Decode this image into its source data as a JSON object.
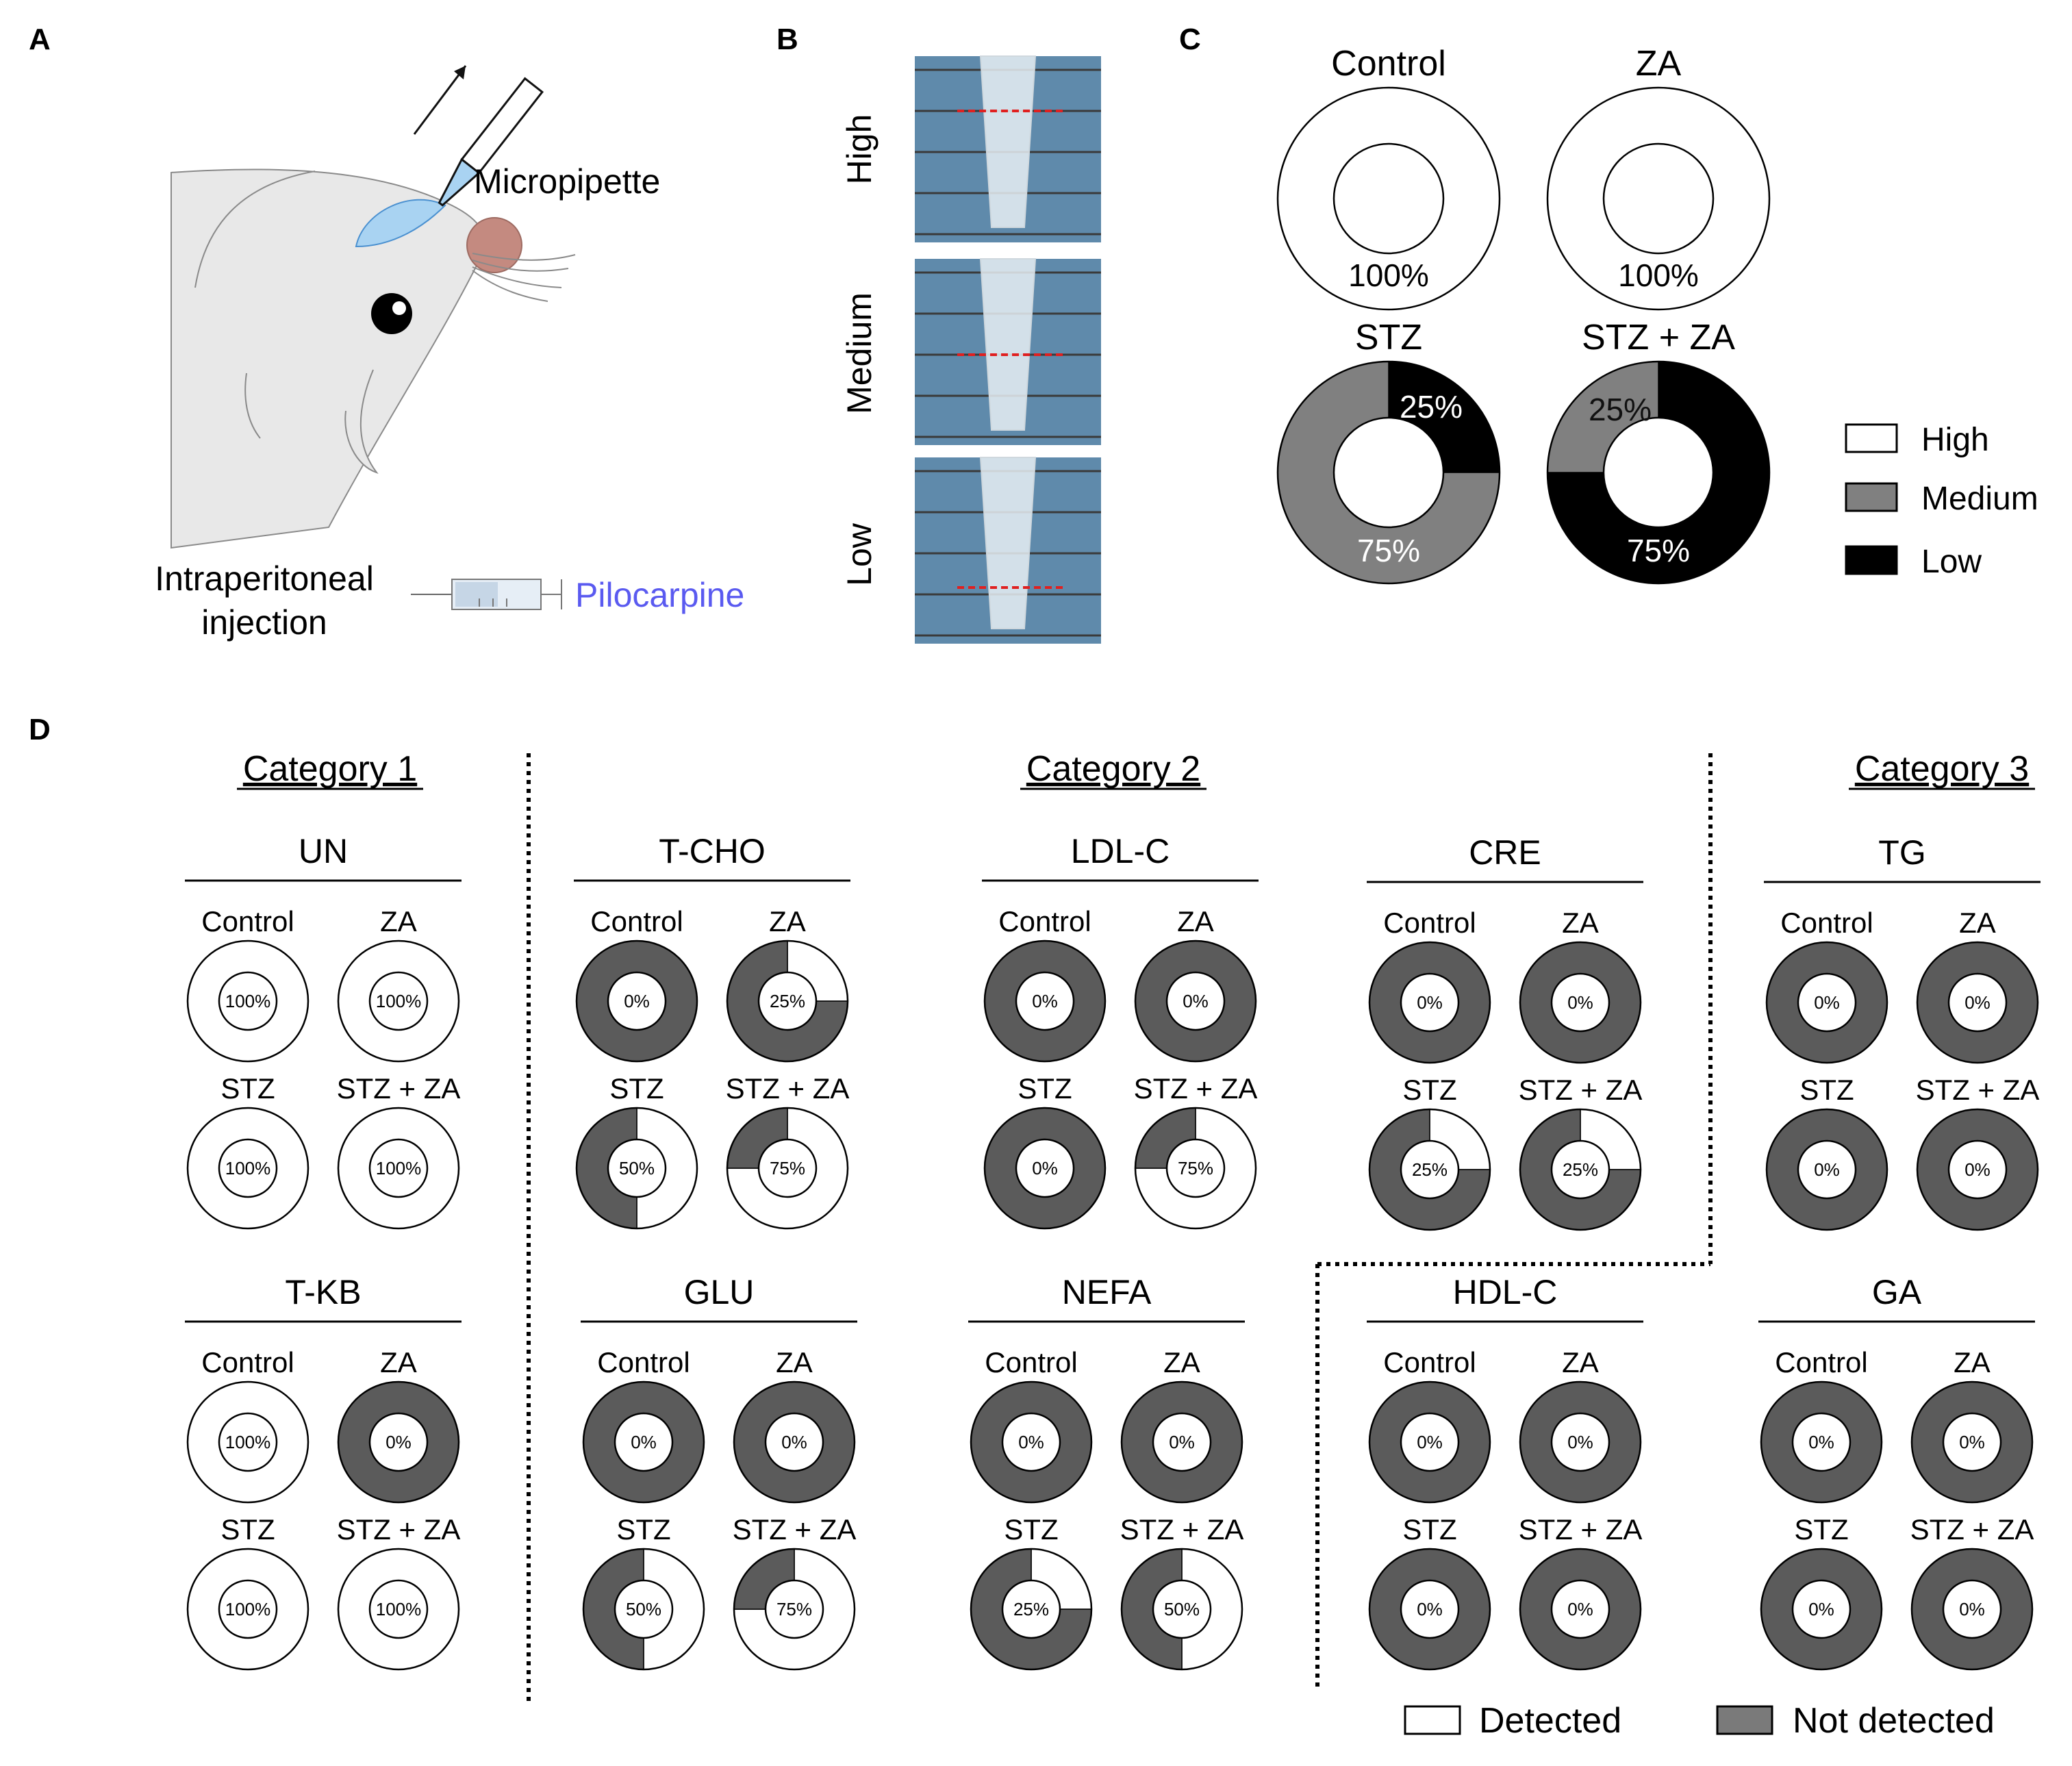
{
  "panel_letters": {
    "a": "A",
    "b": "B",
    "c": "C",
    "d": "D"
  },
  "panel_a": {
    "micropipette_label": "Micropipette",
    "ip_line1": "Intraperitoneal",
    "ip_line2": "injection",
    "drug_label": "Pilocarpine",
    "drug_color": "#5a5af0",
    "saliva_color": "#a9d3f2",
    "nose_color": "#c48a80"
  },
  "panel_b": {
    "levels": [
      "High",
      "Medium",
      "Low"
    ]
  },
  "colors": {
    "high": "#ffffff",
    "medium": "#808080",
    "low": "#000000",
    "detected": "#ffffff",
    "not_detected": "#5b5b5b"
  },
  "legend_c": {
    "high": "High",
    "medium": "Medium",
    "low": "Low"
  },
  "legend_d": {
    "detected": "Detected",
    "not_detected": "Not detected"
  },
  "chart_data": [
    {
      "type": "pie",
      "panel": "C",
      "style": "donut",
      "categories": [
        "High",
        "Medium",
        "Low"
      ],
      "groups": [
        {
          "name": "Control",
          "values": [
            100,
            0,
            0
          ],
          "labels": {
            "high": "100%"
          }
        },
        {
          "name": "ZA",
          "values": [
            100,
            0,
            0
          ],
          "labels": {
            "high": "100%"
          }
        },
        {
          "name": "STZ",
          "values": [
            0,
            75,
            25
          ],
          "labels": {
            "medium": "75%",
            "low": "25%"
          }
        },
        {
          "name": "STZ + ZA",
          "values": [
            0,
            25,
            75
          ],
          "labels": {
            "medium": "25%",
            "low": "75%"
          }
        }
      ]
    },
    {
      "type": "pie",
      "panel": "D",
      "style": "donut",
      "categories": [
        "Detected",
        "Not detected"
      ],
      "category_labels": [
        "Category 1",
        "Category 2",
        "Category 3"
      ],
      "analytes": [
        {
          "name": "UN",
          "category": "Category 1",
          "detected": {
            "Control": 100,
            "ZA": 100,
            "STZ": 100,
            "STZ + ZA": 100
          }
        },
        {
          "name": "T-KB",
          "category": "Category 1",
          "detected": {
            "Control": 100,
            "ZA": 0,
            "STZ": 100,
            "STZ + ZA": 100
          }
        },
        {
          "name": "T-CHO",
          "category": "Category 2",
          "detected": {
            "Control": 0,
            "ZA": 25,
            "STZ": 50,
            "STZ + ZA": 75
          }
        },
        {
          "name": "LDL-C",
          "category": "Category 2",
          "detected": {
            "Control": 0,
            "ZA": 0,
            "STZ": 0,
            "STZ + ZA": 75
          }
        },
        {
          "name": "CRE",
          "category": "Category 2",
          "detected": {
            "Control": 0,
            "ZA": 0,
            "STZ": 25,
            "STZ + ZA": 25
          }
        },
        {
          "name": "GLU",
          "category": "Category 2",
          "detected": {
            "Control": 0,
            "ZA": 0,
            "STZ": 50,
            "STZ + ZA": 75
          }
        },
        {
          "name": "NEFA",
          "category": "Category 2",
          "detected": {
            "Control": 0,
            "ZA": 0,
            "STZ": 25,
            "STZ + ZA": 50
          }
        },
        {
          "name": "HDL-C",
          "category": "Category 3",
          "detected": {
            "Control": 0,
            "ZA": 0,
            "STZ": 0,
            "STZ + ZA": 0
          }
        },
        {
          "name": "TG",
          "category": "Category 3",
          "detected": {
            "Control": 0,
            "ZA": 0,
            "STZ": 0,
            "STZ + ZA": 0
          }
        },
        {
          "name": "GA",
          "category": "Category 3",
          "detected": {
            "Control": 0,
            "ZA": 0,
            "STZ": 0,
            "STZ + ZA": 0
          }
        }
      ],
      "group_names": [
        "Control",
        "ZA",
        "STZ",
        "STZ + ZA"
      ]
    }
  ]
}
